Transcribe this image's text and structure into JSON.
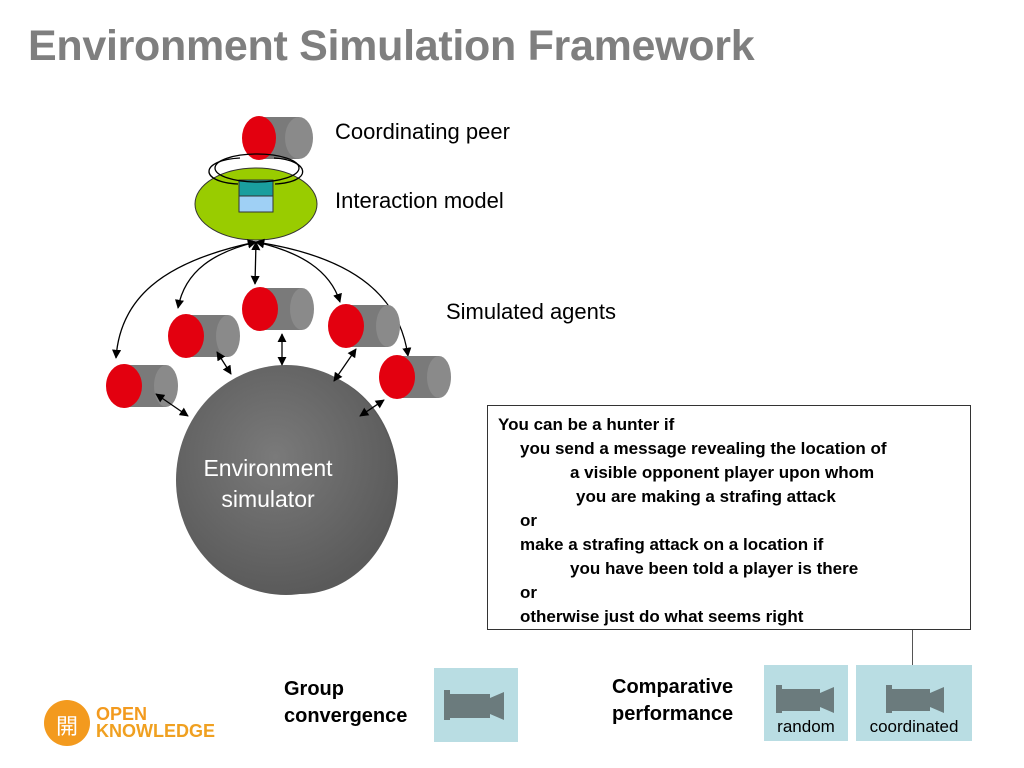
{
  "title": "Environment Simulation Framework",
  "diagram": {
    "coordinating_peer_label": "Coordinating peer",
    "interaction_model_label": "Interaction model",
    "simulated_agents_label": "Simulated agents",
    "environment_simulator_label_line1": "Environment",
    "environment_simulator_label_line2": "simulator",
    "colors": {
      "peer_red": "#e3000f",
      "peer_gray": "#7a7a7a",
      "model_green": "#99cc00",
      "simulator_gray": "#6b6b6b",
      "model_teal": "#1a9e9e",
      "model_lightblue": "#9fd0f5"
    }
  },
  "rules": {
    "lines": [
      "You can be a hunter if",
      "you send a message revealing the location of",
      "a visible opponent player upon whom",
      "you are making a strafing attack",
      "or",
      "make a strafing attack on a location if",
      "you have been told a player is there",
      "or",
      "otherwise just do what seems right"
    ]
  },
  "bottom": {
    "group_convergence_line1": "Group",
    "group_convergence_line2": "convergence",
    "comparative_performance_line1": "Comparative",
    "comparative_performance_line2": "performance",
    "random_label": "random",
    "coordinated_label": "coordinated",
    "video_icon": "video-camera-icon"
  },
  "logo": {
    "badge_glyph": "開",
    "line1": "OPEN",
    "line2": "KNOWLEDGE"
  }
}
